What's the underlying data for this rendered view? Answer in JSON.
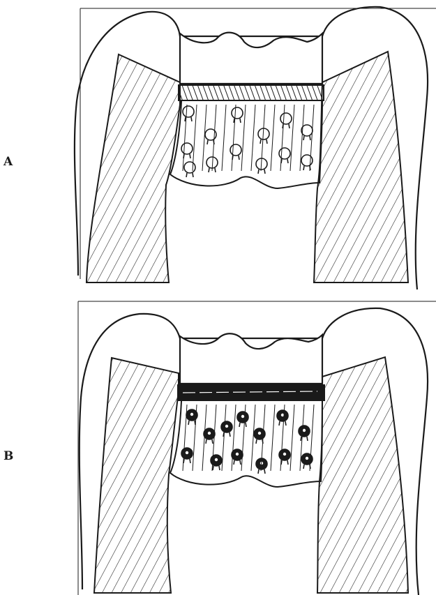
{
  "panels": [
    {
      "label": "A",
      "dark_layer_style": "hatched"
    },
    {
      "label": "B",
      "dark_layer_style": "solid"
    }
  ],
  "colors": {
    "ink": "#1a1a1a",
    "paper": "#ffffff"
  }
}
